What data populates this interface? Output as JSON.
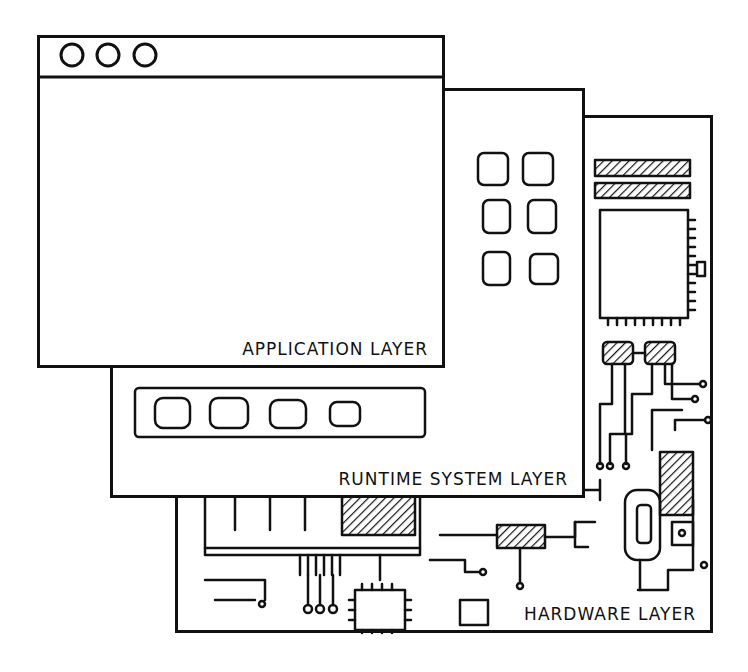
{
  "diagram": {
    "nodes": [
      {
        "text": [
          "APPLICATION LAYER"
        ]
      },
      {
        "text": [
          "RUNTIME SYSTEM LAYER"
        ]
      },
      {
        "text": [
          "HARDWARE LAYER"
        ]
      }
    ]
  }
}
